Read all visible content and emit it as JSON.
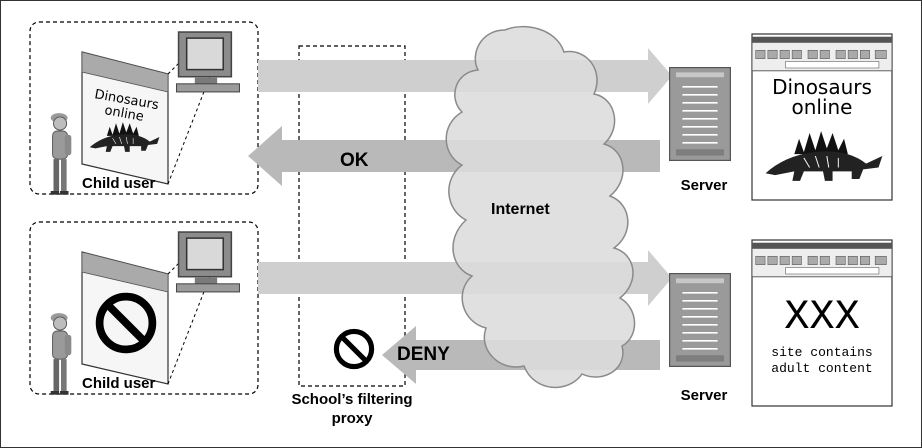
{
  "labels": {
    "top_child": "Child user",
    "bottom_child": "Child user",
    "ok": "OK",
    "deny": "DENY",
    "internet": "Internet",
    "top_server": "Server",
    "bottom_server": "Server",
    "proxy_line1": "School’s filtering",
    "proxy_line2": "proxy",
    "dino_line1": "Dinosaurs",
    "dino_line2": "online",
    "thumb_line1": "Dinosaurs",
    "thumb_line2": "online",
    "xxx": "XXX",
    "adult_line1": "site contains",
    "adult_line2": "adult content"
  },
  "icons": {
    "deny": "no-entry-icon",
    "server": "server-icon",
    "computer": "monitor-icon",
    "user": "person-icon",
    "cloud": "cloud-icon"
  }
}
